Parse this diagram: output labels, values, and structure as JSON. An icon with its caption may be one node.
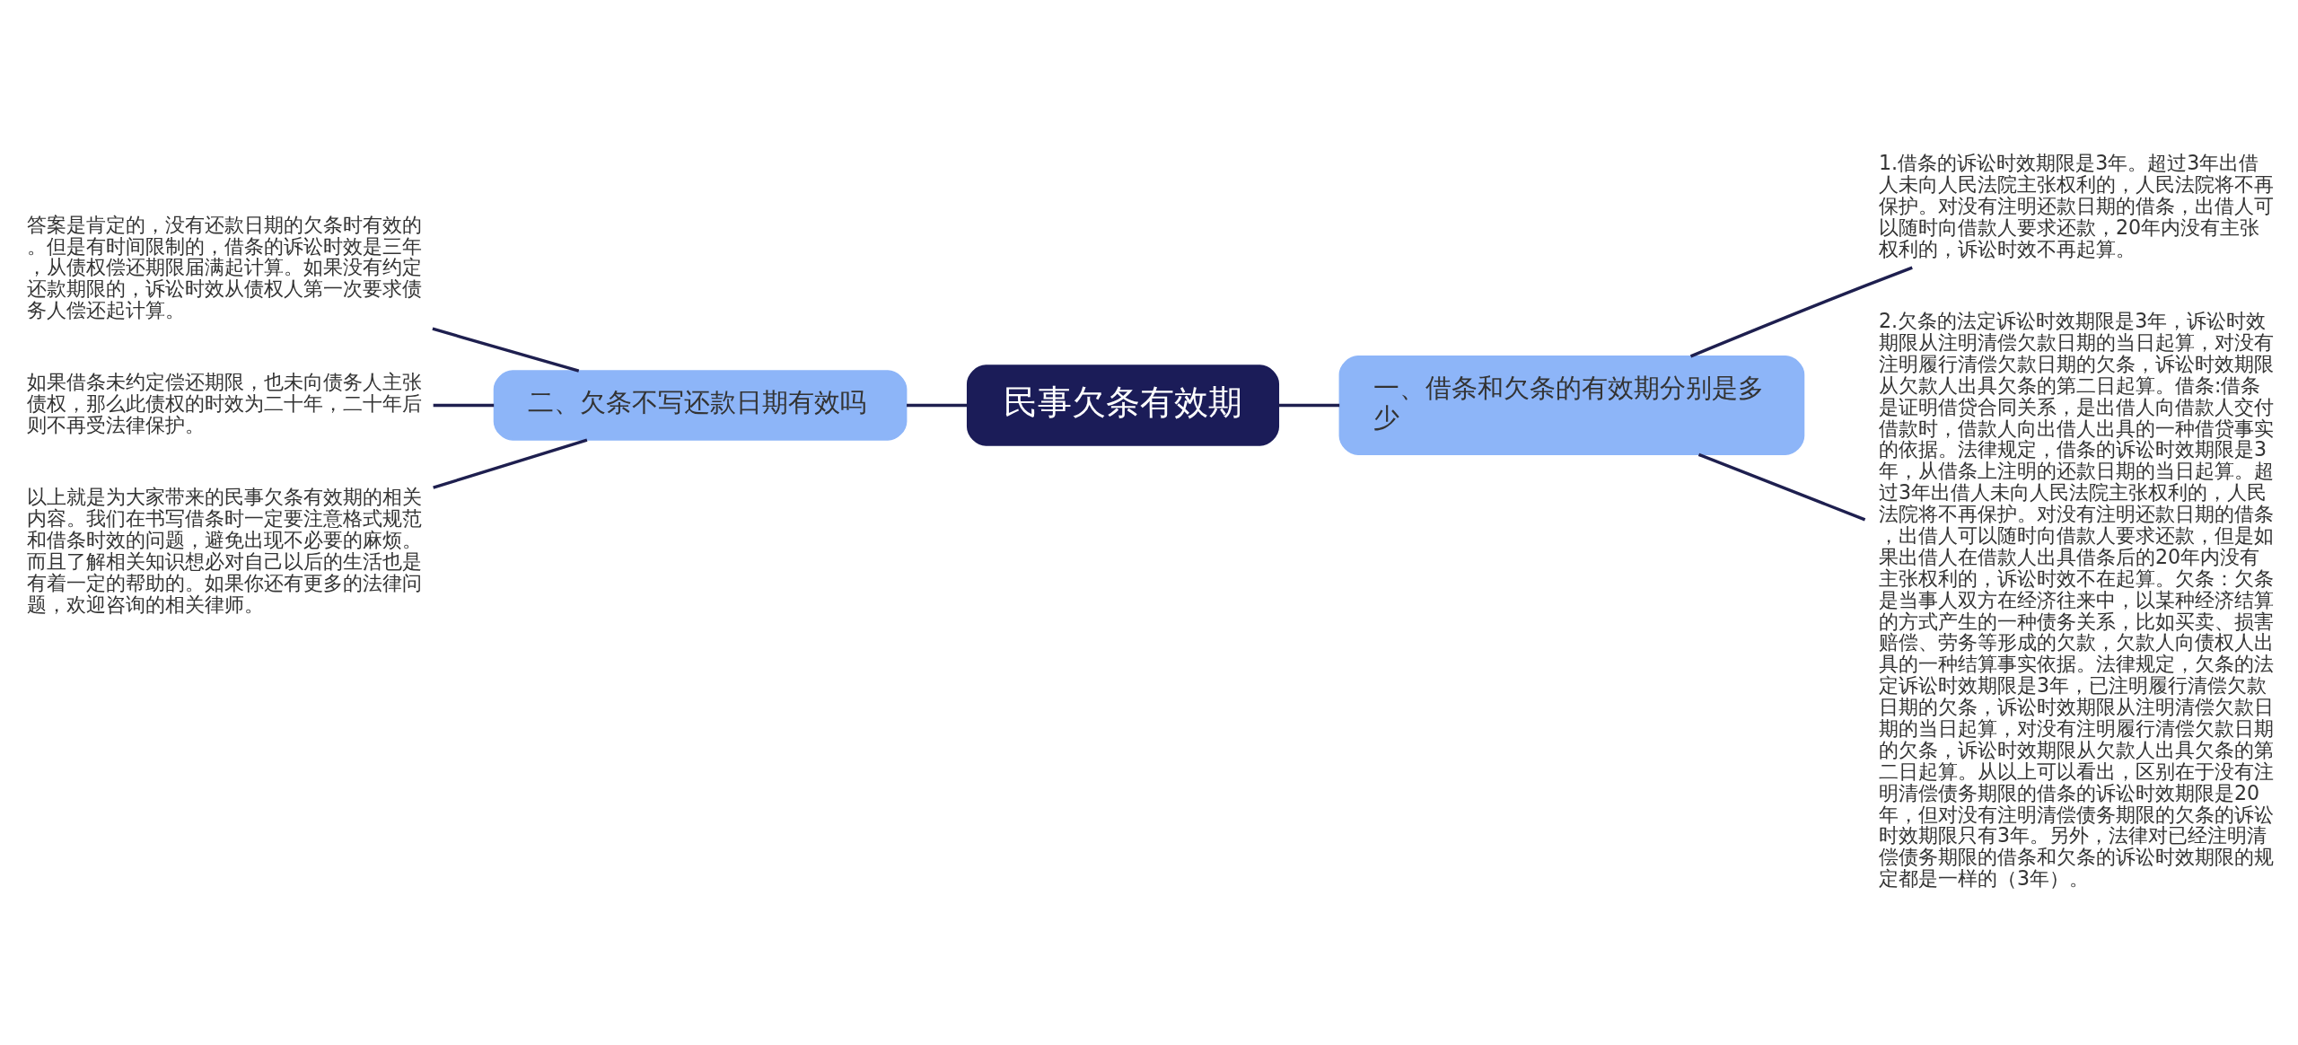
{
  "diagram": {
    "nodes": [
      {
        "text": [
          "民事欠条有效期"
        ]
      },
      {
        "text": [
          "一、借条和欠条的有效期分别是多少"
        ]
      },
      {
        "text": [
          "1.借条的诉讼时效期限是3年。超过3年出借人未向人民法院主张权利的，人民法院将不再保护。对没有注明还款日期的借条，出借人可以随时向借款人要求还款，20年内没有主张权利的，诉讼时效不再起算。"
        ]
      },
      {
        "text": [
          "2.欠条的法定诉讼时效期限是3年，诉讼时效期限从注明清偿欠款日期的当日起算，对没有注明履行清偿欠款日期的欠条，诉讼时效期限从欠款人出具欠条的第二日起算。借条:借条是证明借贷合同关系，是出借人向借款人交付借款时，借款人向出借人出具的一种借贷事实的依据。法律规定，借条的诉讼时效期限是3年，从借条上注明的还款日期的当日起算。超过3年出借人未向人民法院主张权利的，人民法院将不再保护。对没有注明还款日期的借条，出借人可以随时向借款人要求还款，但是如果出借人在借款人出具借条后的20年内没有主张权利的，诉讼时效不在起算。欠条：欠条是当事人双方在经济往来中，以某种经济结算的方式产生的一种债务关系，比如买卖、损害赔偿、劳务等形成的欠款，欠款人向债权人出具的一种结算事实依据。法律规定，欠条的法定诉讼时效期限是3年，已注明履行清偿欠款日期的欠条，诉讼时效期限从注明清偿欠款日期的当日起算，对没有注明履行清偿欠款日期的欠条，诉讼时效期限从欠款人出具欠条的第二日起算。从以上可以看出，区别在于没有注明清偿债务期限的借条的诉讼时效期限是20年，但对没有注明清偿债务期限的欠条的诉讼时效期限只有3年。另外，法律对已经注明清偿债务期限的借条和欠条的诉讼时效期限的规定都是一样的（3年）。"
        ]
      },
      {
        "text": [
          "二、欠条不写还款日期有效吗"
        ]
      },
      {
        "text": [
          "答案是肯定的，没有还款日期的欠条时有效的。但是有时间限制的，借条的诉讼时效是三年，从债权偿还期限届满起计算。如果没有约定还款期限的，诉讼时效从债权人第一次要求债务人偿还起计算。"
        ]
      },
      {
        "text": [
          "如果借条未约定偿还期限，也未向债务人主张债权，那么此债权的时效为二十年，二十年后则不再受法律保护。"
        ]
      },
      {
        "text": [
          "以上就是为大家带来的民事欠条有效期的相关内容。我们在书写借条时一定要注意格式规范和借条时效的问题，避免出现不必要的麻烦。而且了解相关知识想必对自己以后的生活也是有着一定的帮助的。如果你还有更多的法律问题，欢迎咨询的相关律师。"
        ]
      }
    ],
    "edges": [
      {
        "from": 0,
        "to": 1,
        "arrow": "none"
      },
      {
        "from": 1,
        "to": 2,
        "arrow": "none"
      },
      {
        "from": 1,
        "to": 3,
        "arrow": "none"
      },
      {
        "from": 4,
        "to": 0,
        "arrow": "none"
      },
      {
        "from": 5,
        "to": 4,
        "arrow": "none"
      },
      {
        "from": 6,
        "to": 4,
        "arrow": "none"
      },
      {
        "from": 7,
        "to": 4,
        "arrow": "none"
      }
    ]
  }
}
